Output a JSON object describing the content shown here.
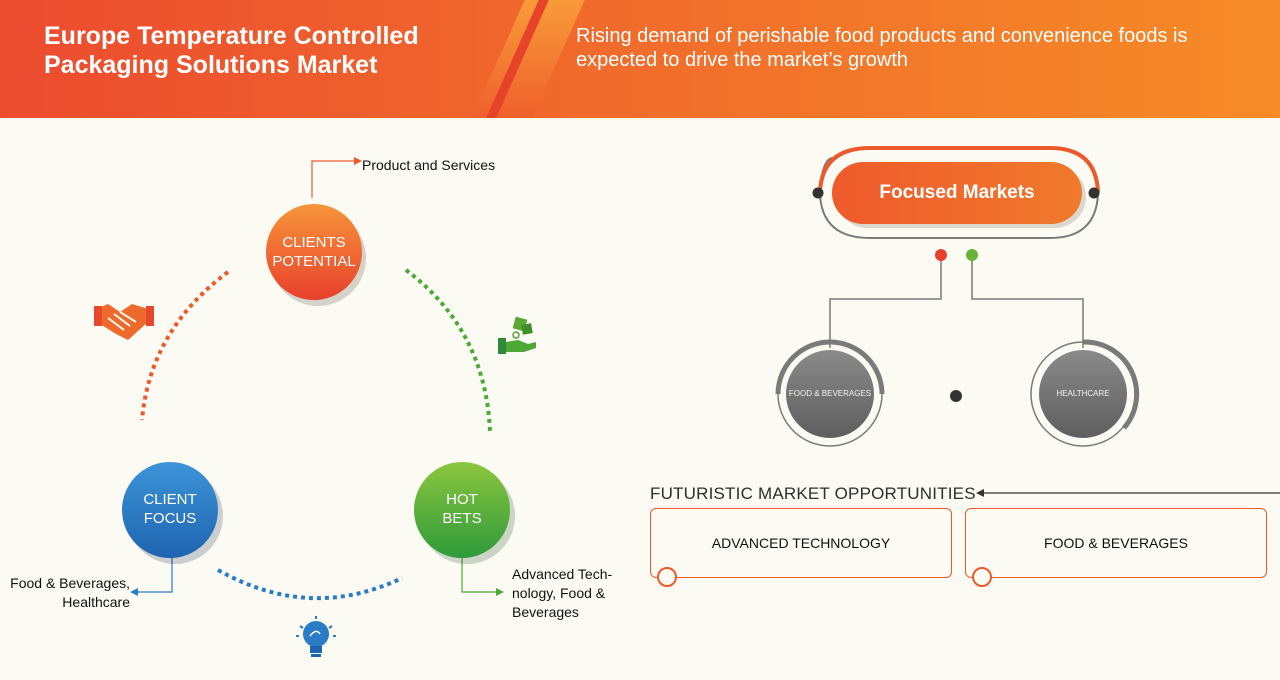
{
  "header": {
    "title": "Europe Temperature Controlled Packaging Solutions Market",
    "subtitle": "Rising demand of perishable food products and convenience foods is expected to drive the market’s growth"
  },
  "cycle": {
    "clients_potential": {
      "line1": "CLIENTS",
      "line2": "POTENTIAL",
      "note": "Product and Services"
    },
    "client_focus": {
      "line1": "CLIENT",
      "line2": "FOCUS",
      "note_line1": "Food & Beverages,",
      "note_line2": "Healthcare"
    },
    "hot_bets": {
      "line1": "HOT",
      "line2": "BETS",
      "note_line1": "Advanced Tech-",
      "note_line2": "nology, Food &",
      "note_line3": "Beverages"
    }
  },
  "focused_markets": {
    "title": "Focused Markets",
    "markets": [
      "FOOD & BEVERAGES",
      "HEALTHCARE"
    ]
  },
  "futuristic": {
    "title": "FUTURISTIC MARKET OPPORTUNITIES",
    "items": [
      "ADVANCED TECHNOLOGY",
      "FOOD & BEVERAGES"
    ]
  },
  "colors": {
    "orange": "#ec5a2c",
    "green": "#5aa832",
    "blue": "#2a7cc4",
    "gray": "#7a7a7a"
  },
  "icons": [
    "handshake-icon",
    "money-hand-icon",
    "lightbulb-icon"
  ]
}
